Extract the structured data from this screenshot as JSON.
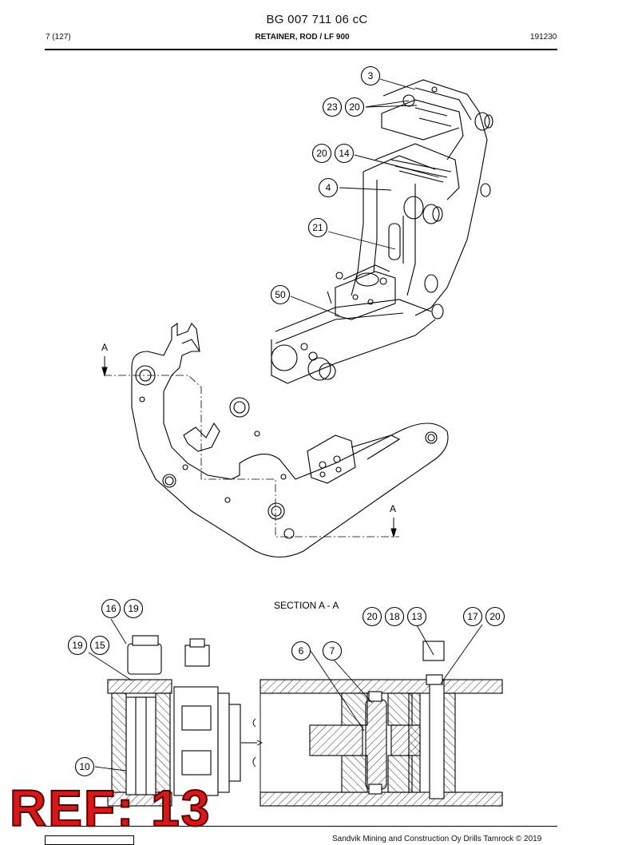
{
  "header": {
    "document_number": "BG 007 711 06 cC",
    "page": "7 (127)",
    "title": "RETAINER, ROD / LF 900",
    "date": "191230"
  },
  "callouts": [
    "3",
    "23",
    "20",
    "20",
    "14",
    "4",
    "21",
    "50",
    "16",
    "19",
    "19",
    "15",
    "10",
    "20",
    "18",
    "13",
    "17",
    "20",
    "6",
    "7"
  ],
  "section_labels": {
    "top": "A",
    "bottom": "A",
    "section_title": "SECTION A - A"
  },
  "footer": {
    "text": "Sandvik Mining and Construction Oy Drills Tamrock © 2019"
  },
  "stamp": {
    "text": "REF: 13"
  }
}
